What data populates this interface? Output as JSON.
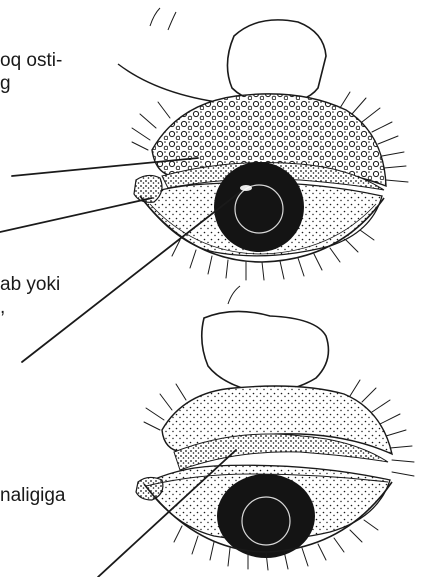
{
  "labels": {
    "top_line1": "oq osti-",
    "top_line2": "g",
    "middle_line1": "ab yoki",
    "middle_line2": ",",
    "bottom_line1": "naligiga"
  },
  "colors": {
    "ink": "#1a1a1a",
    "paper": "#ffffff"
  }
}
